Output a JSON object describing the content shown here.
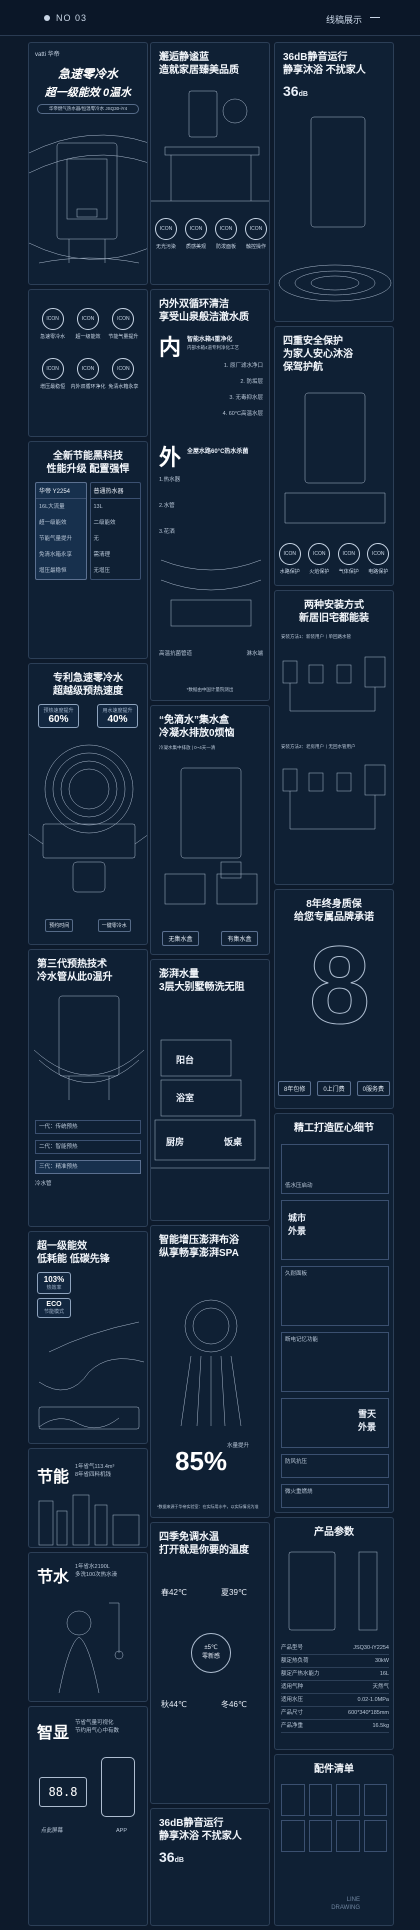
{
  "header": {
    "number": "NO 03",
    "title": "线稿展示"
  },
  "col1": {
    "p1": {
      "logo": "vatti 华帝",
      "title1": "急速零冷水",
      "title2": "超一级能效 0温水",
      "model": "华帝燃气热水器/恒温零冷水 JSQ30-iY4"
    },
    "p1_icons": [
      {
        "icon": "ICON",
        "label": "急速零冷水"
      },
      {
        "icon": "ICON",
        "label": "超一级能效"
      },
      {
        "icon": "ICON",
        "label": "节能气量提升"
      },
      {
        "icon": "ICON",
        "label": "增压最稳恒"
      },
      {
        "icon": "ICON",
        "label": "内外双循环净化"
      },
      {
        "icon": "ICON",
        "label": "免清水箱永享"
      }
    ],
    "p2": {
      "title1": "全新节能黑科技",
      "title2": "性能升级 配置强悍",
      "left_head": "华帝 Y2254",
      "right_head": "普通热水器",
      "rows": [
        [
          "16L大流量",
          "13L"
        ],
        [
          "超一级能效",
          "二级能效"
        ],
        [
          "节能气量提升",
          "无"
        ],
        [
          "免清水箱永享",
          "需清理"
        ],
        [
          "增压最稳恒",
          "无增压"
        ]
      ]
    },
    "p3": {
      "title1": "专利急速零冷水",
      "title2": "超越级预热速度",
      "a_label": "预热速度提升",
      "a_value": "60%",
      "b_label": "用水速度提升",
      "b_value": "40%",
      "tags": [
        "预约时间",
        "一键零冷水"
      ]
    },
    "p4": {
      "title1": "第三代预热技术",
      "title2": "冷水管从此0温升",
      "rows": [
        "一代：传统预热",
        "二代：智能预热",
        "三代：精准预热"
      ],
      "label": "冷水管"
    },
    "p5": {
      "title1": "超一级能效",
      "title2": "低耗能 低碳先锋",
      "pct": "103%",
      "pct_sub": "热效率",
      "eco": "ECO",
      "eco_sub": "节能模式"
    },
    "p6": {
      "big": "节能",
      "text": "1年省气113.4m³\n8年省四料机钱"
    },
    "p7": {
      "big": "节水",
      "text": "1年省水2190L\n多洗100次热水澡"
    },
    "p8": {
      "big": "智显",
      "text": "节省气量可视化\n节约用气心中有数",
      "screen": "88.8",
      "l1": "点此屏幕",
      "l2": "APP"
    }
  },
  "col2": {
    "p1": {
      "title1": "邂逅静谧蓝",
      "title2": "造就家居臻美品质",
      "icons": [
        {
          "icon": "ICON",
          "label": "无光污染"
        },
        {
          "icon": "ICON",
          "label": "质感美观"
        },
        {
          "icon": "ICON",
          "label": "防泼面板"
        },
        {
          "icon": "ICON",
          "label": "触控操作"
        }
      ]
    },
    "p2": {
      "title1": "内外双循环清洁",
      "title2": "享受山泉般洁澈水质",
      "inner_char": "内",
      "inner_title": "智能水箱4重净化",
      "inner_sub": "内部水箱4道专利净化工艺",
      "layers": [
        "1. 原厂滤水净口",
        "2. 防垢层",
        "3. 无毒抑水层",
        "4. 60°C高温水层"
      ],
      "outer_char": "外",
      "outer_title": "全屋水路60°C热水杀菌",
      "outer_items": [
        "1.热水器",
        "2.水管",
        "3.花洒"
      ],
      "labels": [
        "高温抗菌管道",
        "淋水端"
      ],
      "note": "*数据由中国计量院测出"
    },
    "p3": {
      "title1": "“免滴水”集水盒",
      "title2": "冷凝水排放0烦恼",
      "sub": "冷凝水集中排放 | 0~4天一清",
      "tags": [
        "无集水盒",
        "有集水盒"
      ]
    },
    "p4": {
      "title1": "澎湃水量",
      "title2": "3层大别墅畅洗无阻",
      "floors": [
        "阳台",
        "浴室",
        "厨房",
        "饭桌"
      ]
    },
    "p5": {
      "title1": "智能增压澎湃布浴",
      "title2": "纵享畅享澎湃SPA",
      "pct": "85%",
      "pct_label": "水量提升",
      "note": "*数据来源于华帝实验室：在实际用水中，以实际情况为准"
    },
    "p6": {
      "title1": "四季免调水温",
      "title2": "打开就是你要的温度",
      "center": "±5℃\n零新感",
      "temps": [
        "春42℃",
        "夏39℃",
        "秋44℃",
        "冬46℃"
      ]
    },
    "p7": {
      "title1": "36dB静音运行",
      "title2": "静享沐浴 不扰家人",
      "db": "36",
      "db_unit": "dB"
    }
  },
  "col3": {
    "p1": {
      "title1": "36dB静音运行",
      "title2": "静享沐浴 不扰家人",
      "db": "36",
      "db_unit": "dB"
    },
    "p2": {
      "title1": "四重安全保护",
      "title2": "为家人安心沐浴",
      "title3": "保驾护航",
      "icons": [
        {
          "icon": "ICON",
          "label": "水路保护"
        },
        {
          "icon": "ICON",
          "label": "火焰保护"
        },
        {
          "icon": "ICON",
          "label": "气体保护"
        },
        {
          "icon": "ICON",
          "label": "电路保护"
        }
      ]
    },
    "p3": {
      "title1": "两种安装方式",
      "title2": "新居旧宅都能装",
      "a": "安装方法1：新装用户丨单回路水管",
      "b": "安装方法2：老房用户丨无回水管用户"
    },
    "p4": {
      "title1": "8年终身质保",
      "title2": "给您专属品牌承诺",
      "badges": [
        "8年包修",
        "0上门费",
        "0服务费"
      ]
    },
    "p5": {
      "title1": "精工打造匠心细节",
      "items": [
        "低水压启动",
        "城市外景",
        "久耐面板",
        "断电记忆功能",
        "雪天外景",
        "防风抗压",
        "微火重燃烧"
      ]
    },
    "p6": {
      "title": "产品参数",
      "specs": [
        [
          "产品型号",
          "JSQ30-iY2254"
        ],
        [
          "额定热负荷",
          "30kW"
        ],
        [
          "额定产热水能力",
          "16L"
        ],
        [
          "适用气种",
          "天然气"
        ],
        [
          "适用水压",
          "0.02-1.0MPa"
        ],
        [
          "产品尺寸",
          "600*340*185mm"
        ],
        [
          "产品净重",
          "16.5kg"
        ]
      ]
    },
    "p7": {
      "title": "配件清单"
    }
  },
  "footer": {
    "line1": "LINE",
    "line2": "DRAWING"
  }
}
